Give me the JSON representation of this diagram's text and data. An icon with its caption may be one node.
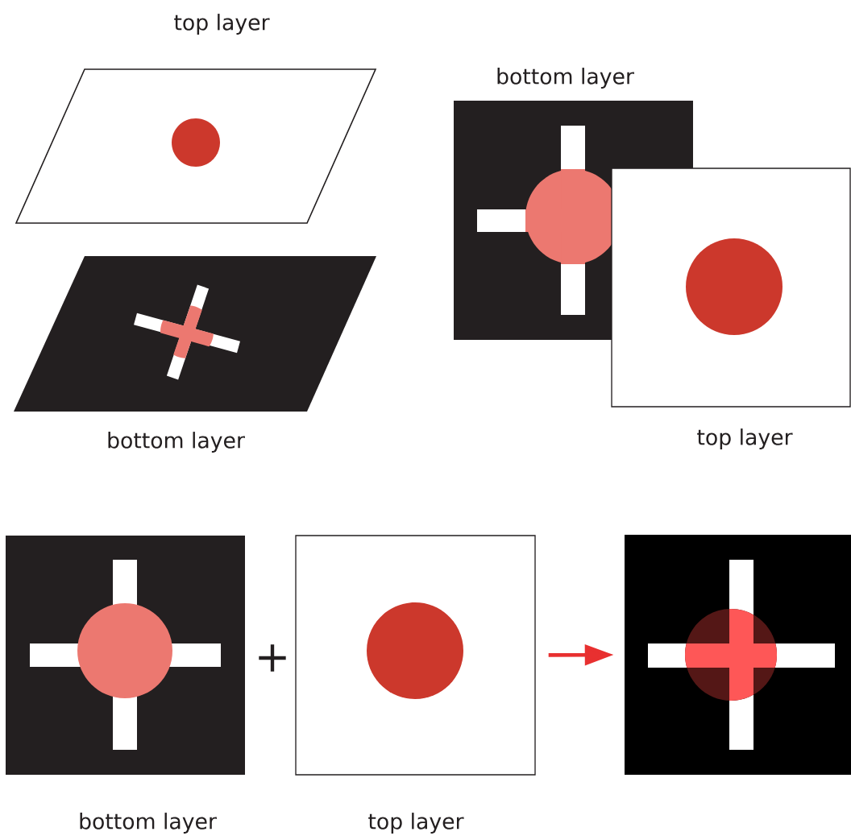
{
  "diagram": {
    "nodes": [
      {
        "text": [],
        "shape": "box",
        "beside": [
          "bottom layer"
        ]
      },
      {
        "text": [],
        "shape": "box",
        "beside": [
          "top layer"
        ]
      },
      {
        "text": [],
        "shape": "box"
      }
    ],
    "edges": [
      {
        "from": 1,
        "to": 2,
        "arrow": "to",
        "color": "#e83030"
      }
    ],
    "labels": [
      "top layer",
      "bottom layer",
      "bottom layer",
      "top layer",
      "+"
    ]
  }
}
